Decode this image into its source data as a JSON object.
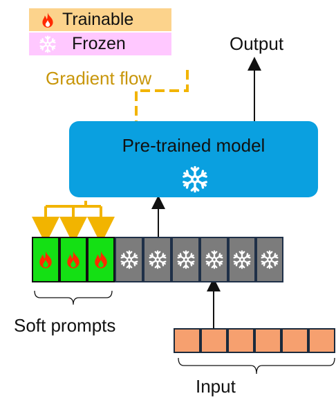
{
  "legend": {
    "trainable": {
      "label": "Trainable",
      "color": "#fcd38c",
      "icon": "flame-icon"
    },
    "frozen": {
      "label": "Frozen",
      "color": "#ffc8ff",
      "icon": "snowflake-icon"
    }
  },
  "gradient_flow_label": "Gradient flow",
  "output_label": "Output",
  "model": {
    "label": "Pre-trained model",
    "icon": "snowflake-icon"
  },
  "soft_prompts_label": "Soft prompts",
  "input_label": "Input",
  "tokens": {
    "trainable_count": 3,
    "frozen_count": 6,
    "input_count": 6
  },
  "colors": {
    "gradient": "#f2b400",
    "gradient_text": "#c8960a",
    "model_fill": "#0aa0e0",
    "trainable_token": "#14e014",
    "frozen_token": "#7c7c7c",
    "input_token": "#f6a06f",
    "flame": "#ff2a00"
  }
}
